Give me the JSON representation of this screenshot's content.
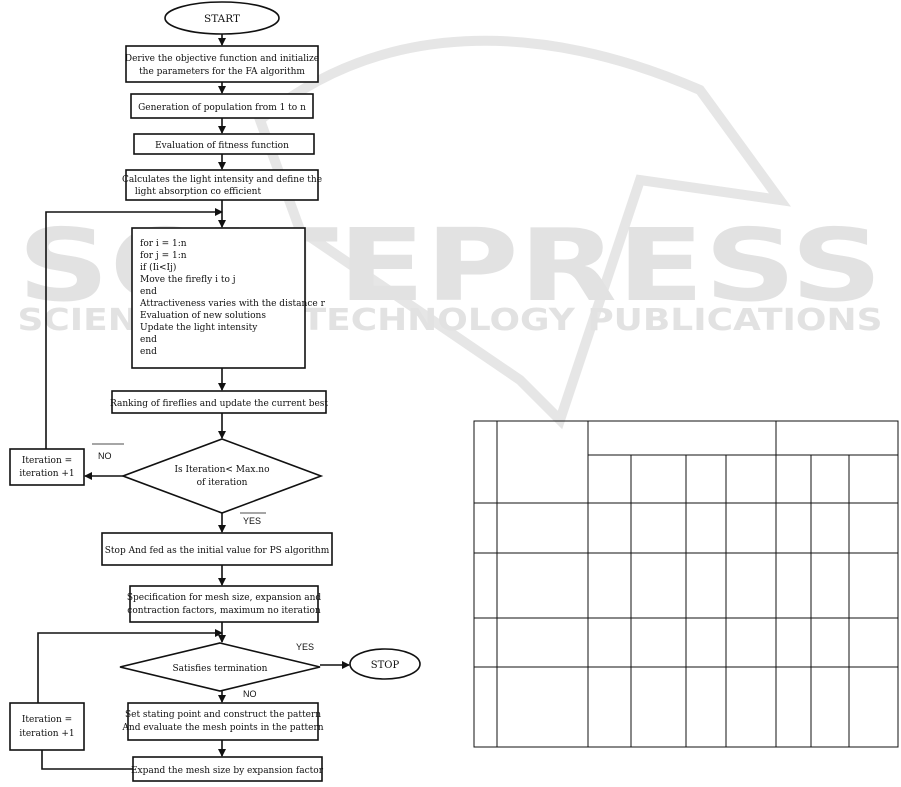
{
  "watermark": {
    "main": "SCITEPRESS",
    "sub": "SCIENCE AND TECHNOLOGY PUBLICATIONS"
  },
  "flowchart": {
    "start": "START",
    "step1": [
      "Derive the objective function and initialize",
      "the parameters for the FA algorithm"
    ],
    "step2": "Generation of population from 1 to n",
    "step3": "Evaluation of fitness function",
    "step4": [
      "Calculates the light intensity and define the",
      "light absorption co efficient"
    ],
    "loop_code": [
      "for i = 1:n",
      "for j = 1:n",
      "if (Ii<Ij)",
      "Move the firefly i to j",
      "end",
      "Attractiveness varies with the distance r",
      "Evaluation of new solutions",
      "Update the light intensity",
      "end",
      "end"
    ],
    "step5": "Ranking of fireflies and update the current best",
    "decision1": [
      "Is Iteration< Max.no",
      "of iteration"
    ],
    "iteration_box1": [
      "Iteration =",
      "iteration +1"
    ],
    "no_label1": "NO",
    "yes_label1": "YES",
    "step6": "Stop And fed as the initial value for PS algorithm",
    "step7": [
      "Specification for mesh size, expansion and",
      "contraction factors, maximum no iteration"
    ],
    "decision2": "Satisfies termination",
    "yes_label2": "YES",
    "stop": "STOP",
    "no_label2": "NO",
    "step8": [
      "Set stating point and construct the pattern",
      "And evaluate the mesh points in the pattern"
    ],
    "iteration_box2": [
      "Iteration =",
      "iteration +1"
    ],
    "step9": "Expand the mesh size by expansion factor"
  },
  "colors": {
    "line": "#111111",
    "watermark": "#e2e2e2",
    "background": "#ffffff"
  }
}
